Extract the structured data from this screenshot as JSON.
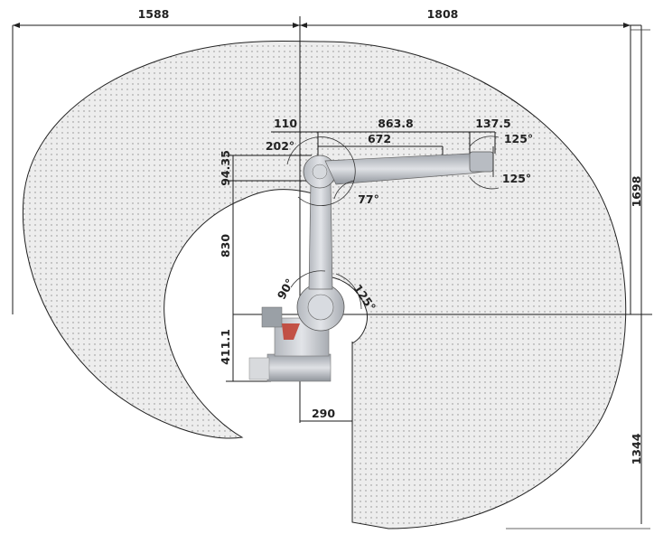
{
  "dimensions": {
    "reach_left": "1588",
    "reach_right": "1808",
    "reach_top_height": "1698",
    "reach_bottom_height": "1344",
    "base_offset": "290",
    "offset_110": "110",
    "arm_length": "863.8",
    "arm_672": "672",
    "wrist_offset": "137.5",
    "shoulder_offset": "94.35",
    "upper_arm": "830",
    "base_height": "411.1"
  },
  "angles": {
    "wrist_top": "125°",
    "wrist_bottom": "125°",
    "elbow_up": "202°",
    "elbow_down": "77°",
    "base_back": "90°",
    "base_front": "125°"
  },
  "colors": {
    "workspace_fill": "#e6e6e6",
    "workspace_dot": "#8a8a8a",
    "robot_body": "#c9ccd1",
    "accent_red": "#c0392b"
  }
}
